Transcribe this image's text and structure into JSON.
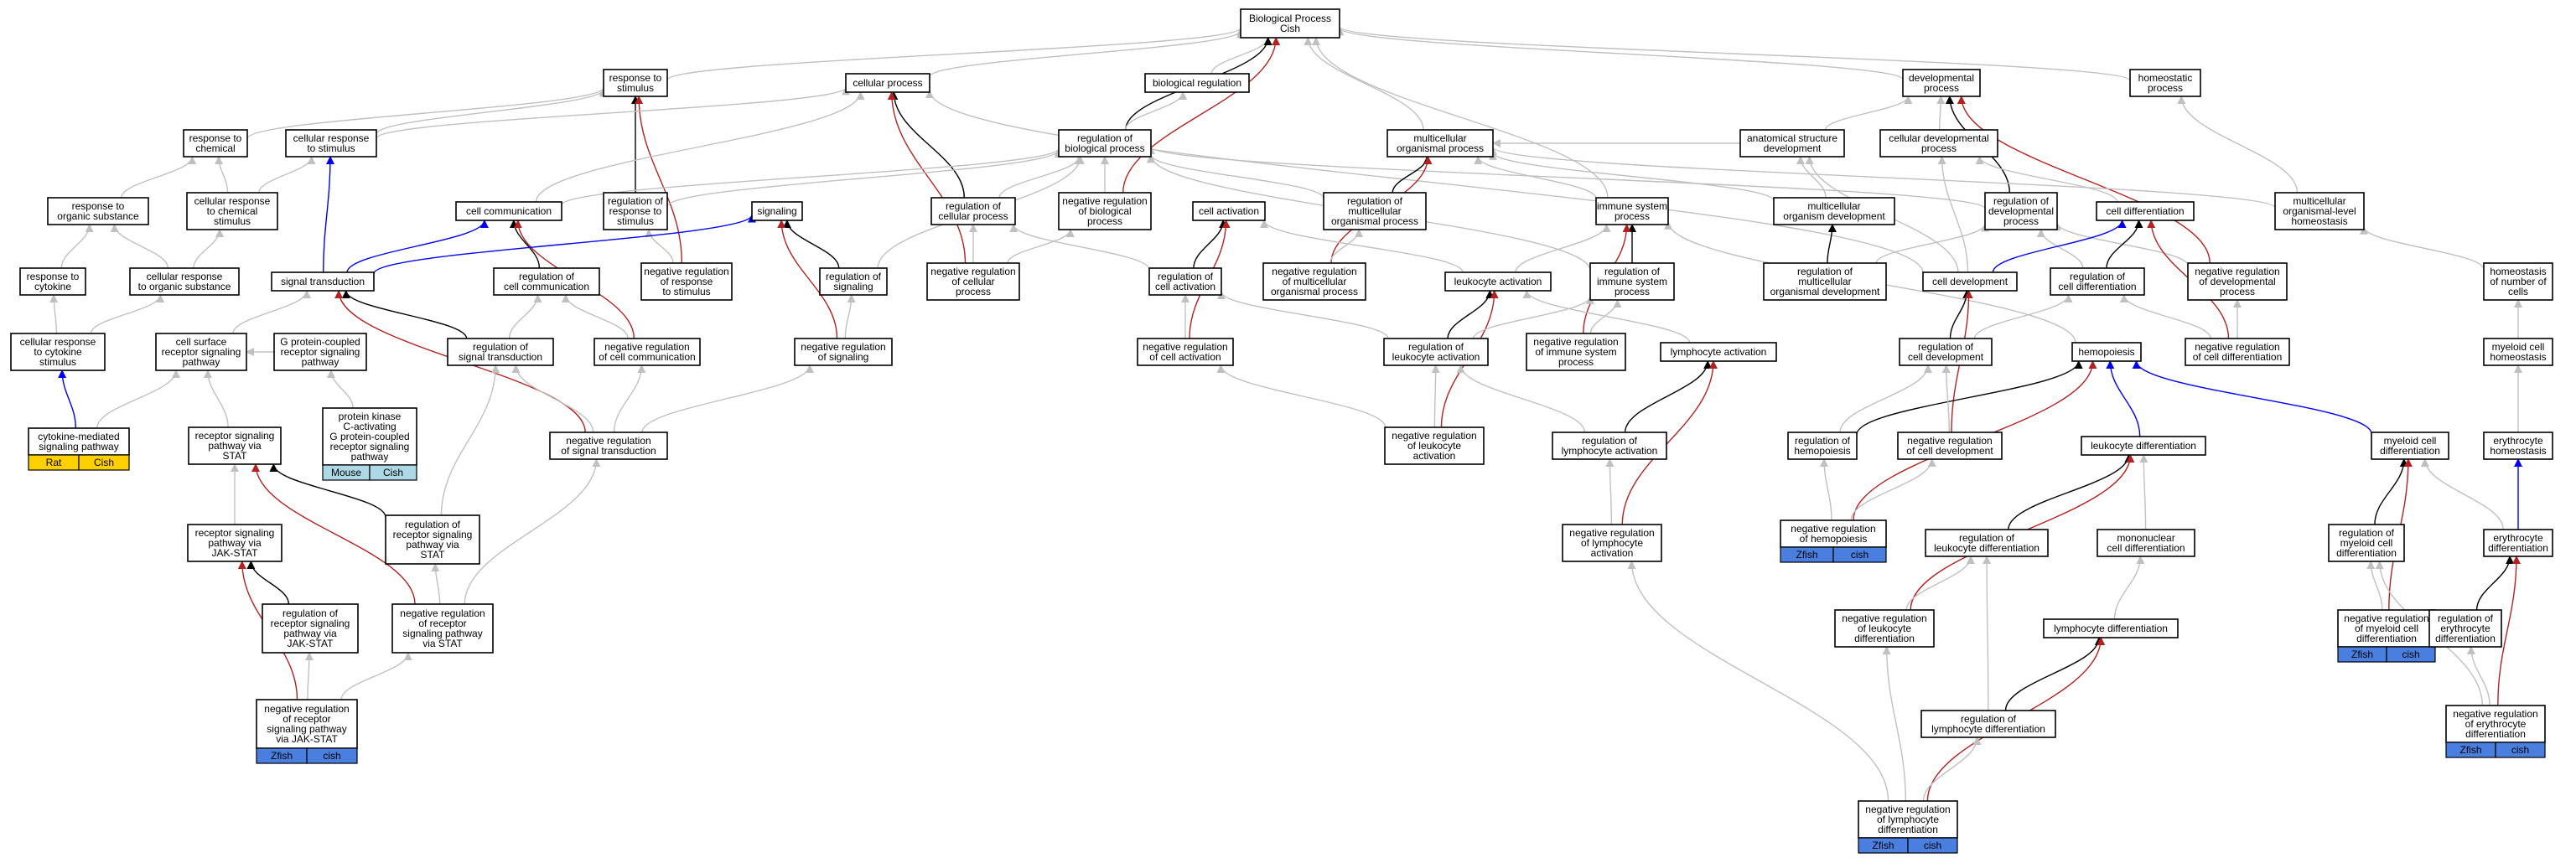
{
  "colors": {
    "grey": "#c0c0c0",
    "black": "#000000",
    "red": "#b22222",
    "blue": "#0000ee",
    "zfish": "#4a7fe0",
    "mouse": "#add8e6",
    "rat": "#ffd000"
  },
  "nodes": [
    {
      "id": "bp",
      "lines": [
        "Biological Process",
        "Cish"
      ]
    },
    {
      "id": "rts",
      "lines": [
        "response to",
        "stimulus"
      ]
    },
    {
      "id": "cp",
      "lines": [
        "cellular process"
      ]
    },
    {
      "id": "breg",
      "lines": [
        "biological regulation"
      ]
    },
    {
      "id": "dev",
      "lines": [
        "developmental",
        "process"
      ]
    },
    {
      "id": "homeo",
      "lines": [
        "homeostatic",
        "process"
      ]
    },
    {
      "id": "rtc",
      "lines": [
        "response to",
        "chemical"
      ]
    },
    {
      "id": "crts",
      "lines": [
        "cellular response",
        "to stimulus"
      ]
    },
    {
      "id": "rbp",
      "lines": [
        "regulation of",
        "biological process"
      ]
    },
    {
      "id": "mop",
      "lines": [
        "multicellular",
        "organismal process"
      ]
    },
    {
      "id": "asd",
      "lines": [
        "anatomical structure",
        "development"
      ]
    },
    {
      "id": "cdp",
      "lines": [
        "cellular developmental",
        "process"
      ]
    },
    {
      "id": "ros",
      "lines": [
        "response to",
        "organic substance"
      ]
    },
    {
      "id": "crtc",
      "lines": [
        "cellular response",
        "to chemical",
        "stimulus"
      ]
    },
    {
      "id": "cc",
      "lines": [
        "cell communication"
      ]
    },
    {
      "id": "rrts",
      "lines": [
        "regulation of",
        "response to",
        "stimulus"
      ]
    },
    {
      "id": "sig",
      "lines": [
        "signaling"
      ]
    },
    {
      "id": "rcp",
      "lines": [
        "regulation of",
        "cellular process"
      ]
    },
    {
      "id": "nrbp",
      "lines": [
        "negative regulation",
        "of biological",
        "process"
      ]
    },
    {
      "id": "ca",
      "lines": [
        "cell activation"
      ]
    },
    {
      "id": "rmop",
      "lines": [
        "regulation of",
        "multicellular",
        "organismal process"
      ]
    },
    {
      "id": "isp",
      "lines": [
        "immune system",
        "process"
      ]
    },
    {
      "id": "mod",
      "lines": [
        "multicellular",
        "organism development"
      ]
    },
    {
      "id": "rdp",
      "lines": [
        "regulation of",
        "developmental",
        "process"
      ]
    },
    {
      "id": "cd",
      "lines": [
        "cell differentiation"
      ]
    },
    {
      "id": "molh",
      "lines": [
        "multicellular",
        "organismal-level",
        "homeostasis"
      ]
    },
    {
      "id": "rtcyt",
      "lines": [
        "response to",
        "cytokine"
      ]
    },
    {
      "id": "crtos",
      "lines": [
        "cellular response",
        "to organic substance"
      ]
    },
    {
      "id": "st",
      "lines": [
        "signal transduction"
      ]
    },
    {
      "id": "rcc",
      "lines": [
        "regulation of",
        "cell communication"
      ]
    },
    {
      "id": "nrrts",
      "lines": [
        "negative regulation",
        "of response",
        "to stimulus"
      ]
    },
    {
      "id": "rsig",
      "lines": [
        "regulation of",
        "signaling"
      ]
    },
    {
      "id": "nrcp",
      "lines": [
        "negative regulation",
        "of cellular",
        "process"
      ]
    },
    {
      "id": "rca",
      "lines": [
        "regulation of",
        "cell activation"
      ]
    },
    {
      "id": "nrmop",
      "lines": [
        "negative regulation",
        "of multicellular",
        "organismal process"
      ]
    },
    {
      "id": "la",
      "lines": [
        "leukocyte activation"
      ]
    },
    {
      "id": "risp",
      "lines": [
        "regulation of",
        "immune system",
        "process"
      ]
    },
    {
      "id": "rmod",
      "lines": [
        "regulation of",
        "multicellular",
        "organismal development"
      ]
    },
    {
      "id": "celldev",
      "lines": [
        "cell development"
      ]
    },
    {
      "id": "rcd",
      "lines": [
        "regulation of",
        "cell differentiation"
      ]
    },
    {
      "id": "nrdp",
      "lines": [
        "negative regulation",
        "of developmental",
        "process"
      ]
    },
    {
      "id": "hnc",
      "lines": [
        "homeostasis",
        "of number of",
        "cells"
      ]
    },
    {
      "id": "crtcs",
      "lines": [
        "cellular response",
        "to cytokine",
        "stimulus"
      ]
    },
    {
      "id": "csrsp",
      "lines": [
        "cell surface",
        "receptor signaling",
        "pathway"
      ]
    },
    {
      "id": "gpcr",
      "lines": [
        "G protein-coupled",
        "receptor signaling",
        "pathway"
      ]
    },
    {
      "id": "rst",
      "lines": [
        "regulation of",
        "signal transduction"
      ]
    },
    {
      "id": "nrcc",
      "lines": [
        "negative regulation",
        "of cell communication"
      ]
    },
    {
      "id": "nrsig",
      "lines": [
        "negative regulation",
        "of signaling"
      ]
    },
    {
      "id": "nrca",
      "lines": [
        "negative regulation",
        "of cell activation"
      ]
    },
    {
      "id": "rla",
      "lines": [
        "regulation of",
        "leukocyte activation"
      ]
    },
    {
      "id": "nrisp",
      "lines": [
        "negative regulation",
        "of immune system",
        "process"
      ]
    },
    {
      "id": "lya",
      "lines": [
        "lymphocyte activation"
      ]
    },
    {
      "id": "rcdev",
      "lines": [
        "regulation of",
        "cell development"
      ]
    },
    {
      "id": "hemo",
      "lines": [
        "hemopoiesis"
      ]
    },
    {
      "id": "nrcd",
      "lines": [
        "negative regulation",
        "of cell differentiation"
      ]
    },
    {
      "id": "mch",
      "lines": [
        "myeloid cell",
        "homeostasis"
      ]
    },
    {
      "id": "cmsp",
      "lines": [
        "cytokine-mediated",
        "signaling pathway"
      ],
      "tags": [
        "Rat",
        "Cish"
      ],
      "tagColor": "rat"
    },
    {
      "id": "rspvs",
      "lines": [
        "receptor signaling",
        "pathway via",
        "STAT"
      ]
    },
    {
      "id": "pkc",
      "lines": [
        "protein kinase",
        "C-activating",
        "G protein-coupled",
        "receptor signaling",
        "pathway"
      ],
      "tags": [
        "Mouse",
        "Cish"
      ],
      "tagColor": "mouse"
    },
    {
      "id": "nrst",
      "lines": [
        "negative regulation",
        "of signal transduction"
      ]
    },
    {
      "id": "nrla",
      "lines": [
        "negative regulation",
        "of leukocyte",
        "activation"
      ]
    },
    {
      "id": "rlya",
      "lines": [
        "regulation of",
        "lymphocyte activation"
      ]
    },
    {
      "id": "rhemo",
      "lines": [
        "regulation of",
        "hemopoiesis"
      ]
    },
    {
      "id": "nrcdev",
      "lines": [
        "negative regulation",
        "of cell development"
      ]
    },
    {
      "id": "ld",
      "lines": [
        "leukocyte differentiation"
      ]
    },
    {
      "id": "mcd",
      "lines": [
        "myeloid cell",
        "differentiation"
      ]
    },
    {
      "id": "eh",
      "lines": [
        "erythrocyte",
        "homeostasis"
      ]
    },
    {
      "id": "rspjs",
      "lines": [
        "receptor signaling",
        "pathway via",
        "JAK-STAT"
      ]
    },
    {
      "id": "rrspvs",
      "lines": [
        "regulation of",
        "receptor signaling",
        "pathway via",
        "STAT"
      ]
    },
    {
      "id": "nrlya",
      "lines": [
        "negative regulation",
        "of lymphocyte",
        "activation"
      ]
    },
    {
      "id": "nrhemo",
      "lines": [
        "negative regulation",
        "of hemopoiesis"
      ],
      "tags": [
        "Zfish",
        "cish"
      ],
      "tagColor": "zfish"
    },
    {
      "id": "rld",
      "lines": [
        "regulation of",
        "leukocyte differentiation"
      ]
    },
    {
      "id": "mnd",
      "lines": [
        "mononuclear",
        "cell differentiation"
      ]
    },
    {
      "id": "rmcd",
      "lines": [
        "regulation of",
        "myeloid cell",
        "differentiation"
      ]
    },
    {
      "id": "ed",
      "lines": [
        "erythrocyte",
        "differentiation"
      ]
    },
    {
      "id": "rrspjs",
      "lines": [
        "regulation of",
        "receptor signaling",
        "pathway via",
        "JAK-STAT"
      ]
    },
    {
      "id": "nrrspvs",
      "lines": [
        "negative regulation",
        "of receptor",
        "signaling pathway",
        "via STAT"
      ]
    },
    {
      "id": "nrld",
      "lines": [
        "negative regulation",
        "of leukocyte",
        "differentiation"
      ]
    },
    {
      "id": "lyd",
      "lines": [
        "lymphocyte differentiation"
      ]
    },
    {
      "id": "nrmcd",
      "lines": [
        "negative regulation",
        "of myeloid cell",
        "differentiation"
      ],
      "tags": [
        "Zfish",
        "cish"
      ],
      "tagColor": "zfish"
    },
    {
      "id": "red",
      "lines": [
        "regulation of",
        "erythrocyte",
        "differentiation"
      ]
    },
    {
      "id": "nrrspjs",
      "lines": [
        "negative regulation",
        "of receptor",
        "signaling pathway",
        "via JAK-STAT"
      ],
      "tags": [
        "Zfish",
        "cish"
      ],
      "tagColor": "zfish"
    },
    {
      "id": "rlyd",
      "lines": [
        "regulation of",
        "lymphocyte differentiation"
      ]
    },
    {
      "id": "nred",
      "lines": [
        "negative regulation",
        "of erythrocyte",
        "differentiation"
      ],
      "tags": [
        "Zfish",
        "cish"
      ],
      "tagColor": "zfish"
    },
    {
      "id": "nrlyd",
      "lines": [
        "negative regulation",
        "of lymphocyte",
        "differentiation"
      ],
      "tags": [
        "Zfish",
        "cish"
      ],
      "tagColor": "zfish"
    }
  ],
  "edges": [
    [
      "rts",
      "bp",
      "grey"
    ],
    [
      "cp",
      "bp",
      "grey"
    ],
    [
      "breg",
      "bp",
      "grey"
    ],
    [
      "dev",
      "bp",
      "grey"
    ],
    [
      "homeo",
      "bp",
      "grey"
    ],
    [
      "rbp",
      "bp",
      "black"
    ],
    [
      "mop",
      "bp",
      "grey"
    ],
    [
      "nrbp",
      "bp",
      "red"
    ],
    [
      "isp",
      "bp",
      "grey"
    ],
    [
      "rtc",
      "rts",
      "grey"
    ],
    [
      "crts",
      "rts",
      "grey"
    ],
    [
      "rrts",
      "rts",
      "black"
    ],
    [
      "nrrts",
      "rts",
      "red"
    ],
    [
      "crts",
      "cp",
      "grey"
    ],
    [
      "rcp",
      "cp",
      "black"
    ],
    [
      "nrcp",
      "cp",
      "red"
    ],
    [
      "cc",
      "cp",
      "grey"
    ],
    [
      "celldev",
      "cp",
      "grey"
    ],
    [
      "rbp",
      "breg",
      "grey"
    ],
    [
      "asd",
      "dev",
      "grey"
    ],
    [
      "cdp",
      "dev",
      "grey"
    ],
    [
      "rdp",
      "dev",
      "black"
    ],
    [
      "nrdp",
      "dev",
      "red"
    ],
    [
      "molh",
      "homeo",
      "grey"
    ],
    [
      "asd",
      "mop",
      "grey"
    ],
    [
      "ros",
      "rtc",
      "grey"
    ],
    [
      "crtc",
      "rtc",
      "grey"
    ],
    [
      "crtc",
      "crts",
      "grey"
    ],
    [
      "st",
      "crts",
      "blue"
    ],
    [
      "rcp",
      "rbp",
      "grey"
    ],
    [
      "nrbp",
      "rbp",
      "grey"
    ],
    [
      "rrts",
      "rbp",
      "grey"
    ],
    [
      "rmop",
      "rbp",
      "grey"
    ],
    [
      "rdp",
      "rbp",
      "grey"
    ],
    [
      "risp",
      "rbp",
      "grey"
    ],
    [
      "rsig",
      "rbp",
      "grey"
    ],
    [
      "cc",
      "rbp",
      "grey"
    ],
    [
      "rmop",
      "mop",
      "black"
    ],
    [
      "nrmop",
      "mop",
      "red"
    ],
    [
      "mod",
      "mop",
      "grey"
    ],
    [
      "molh",
      "mop",
      "grey"
    ],
    [
      "isp",
      "mop",
      "grey"
    ],
    [
      "mod",
      "asd",
      "grey"
    ],
    [
      "celldev",
      "asd",
      "grey"
    ],
    [
      "cd",
      "cdp",
      "grey"
    ],
    [
      "celldev",
      "cdp",
      "grey"
    ],
    [
      "rtcyt",
      "ros",
      "grey"
    ],
    [
      "crtos",
      "ros",
      "grey"
    ],
    [
      "crtos",
      "crtc",
      "grey"
    ],
    [
      "st",
      "cc",
      "blue"
    ],
    [
      "rcc",
      "cc",
      "black"
    ],
    [
      "nrcc",
      "cc",
      "red"
    ],
    [
      "nrrts",
      "rrts",
      "grey"
    ],
    [
      "st",
      "sig",
      "blue"
    ],
    [
      "rsig",
      "sig",
      "black"
    ],
    [
      "nrsig",
      "sig",
      "red"
    ],
    [
      "nrcp",
      "rcp",
      "grey"
    ],
    [
      "rca",
      "rcp",
      "grey"
    ],
    [
      "nrcp",
      "nrbp",
      "grey"
    ],
    [
      "rca",
      "ca",
      "black"
    ],
    [
      "nrca",
      "ca",
      "red"
    ],
    [
      "la",
      "ca",
      "grey"
    ],
    [
      "nrmop",
      "rmop",
      "grey"
    ],
    [
      "risp",
      "isp",
      "black"
    ],
    [
      "nrisp",
      "isp",
      "red"
    ],
    [
      "la",
      "isp",
      "grey"
    ],
    [
      "hemo",
      "isp",
      "grey"
    ],
    [
      "rmod",
      "mod",
      "black"
    ],
    [
      "rmod",
      "rdp",
      "grey"
    ],
    [
      "rcd",
      "rdp",
      "grey"
    ],
    [
      "nrdp",
      "rdp",
      "grey"
    ],
    [
      "celldev",
      "cd",
      "blue"
    ],
    [
      "rcd",
      "cd",
      "black"
    ],
    [
      "nrcd",
      "cd",
      "red"
    ],
    [
      "hnc",
      "molh",
      "grey"
    ],
    [
      "crtcs",
      "rtcyt",
      "grey"
    ],
    [
      "crtcs",
      "crtos",
      "grey"
    ],
    [
      "csrsp",
      "st",
      "grey"
    ],
    [
      "rst",
      "st",
      "black"
    ],
    [
      "nrst",
      "st",
      "red"
    ],
    [
      "rst",
      "rcc",
      "grey"
    ],
    [
      "nrcc",
      "rcc",
      "grey"
    ],
    [
      "nrsig",
      "rsig",
      "grey"
    ],
    [
      "nrca",
      "rca",
      "grey"
    ],
    [
      "rla",
      "rca",
      "grey"
    ],
    [
      "rla",
      "la",
      "black"
    ],
    [
      "nrla",
      "la",
      "red"
    ],
    [
      "lya",
      "la",
      "grey"
    ],
    [
      "nrisp",
      "risp",
      "grey"
    ],
    [
      "rla",
      "risp",
      "grey"
    ],
    [
      "rcdev",
      "celldev",
      "black"
    ],
    [
      "nrcdev",
      "celldev",
      "red"
    ],
    [
      "rcdev",
      "rcd",
      "grey"
    ],
    [
      "nrcd",
      "rcd",
      "grey"
    ],
    [
      "nrcd",
      "nrdp",
      "grey"
    ],
    [
      "mch",
      "hnc",
      "grey"
    ],
    [
      "cmsp",
      "crtcs",
      "blue"
    ],
    [
      "cmsp",
      "csrsp",
      "grey"
    ],
    [
      "rspvs",
      "csrsp",
      "grey"
    ],
    [
      "gpcr",
      "csrsp",
      "grey"
    ],
    [
      "pkc",
      "gpcr",
      "grey"
    ],
    [
      "nrst",
      "rst",
      "grey"
    ],
    [
      "nrst",
      "nrcc",
      "grey"
    ],
    [
      "nrst",
      "nrsig",
      "grey"
    ],
    [
      "nrla",
      "rla",
      "grey"
    ],
    [
      "nrla",
      "nrca",
      "grey"
    ],
    [
      "rlya",
      "rla",
      "grey"
    ],
    [
      "rlya",
      "lya",
      "black"
    ],
    [
      "nrlya",
      "lya",
      "red"
    ],
    [
      "rhemo",
      "hemo",
      "black"
    ],
    [
      "nrhemo",
      "hemo",
      "red"
    ],
    [
      "ld",
      "hemo",
      "blue"
    ],
    [
      "mcd",
      "hemo",
      "blue"
    ],
    [
      "nrcdev",
      "rcdev",
      "grey"
    ],
    [
      "rhemo",
      "rcdev",
      "grey"
    ],
    [
      "eh",
      "mch",
      "grey"
    ],
    [
      "rspjs",
      "rspvs",
      "grey"
    ],
    [
      "rrspvs",
      "rspvs",
      "black"
    ],
    [
      "nrrspvs",
      "rspvs",
      "red"
    ],
    [
      "rrspvs",
      "rst",
      "grey"
    ],
    [
      "nrlya",
      "rlya",
      "grey"
    ],
    [
      "nrhemo",
      "rhemo",
      "grey"
    ],
    [
      "nrhemo",
      "nrcdev",
      "grey"
    ],
    [
      "rld",
      "ld",
      "black"
    ],
    [
      "nrld",
      "ld",
      "red"
    ],
    [
      "mnd",
      "ld",
      "grey"
    ],
    [
      "rmcd",
      "mcd",
      "black"
    ],
    [
      "nrmcd",
      "mcd",
      "red"
    ],
    [
      "ed",
      "mcd",
      "grey"
    ],
    [
      "ed",
      "eh",
      "blue"
    ],
    [
      "rrspjs",
      "rspjs",
      "black"
    ],
    [
      "nrrspjs",
      "rspjs",
      "red"
    ],
    [
      "nrrspvs",
      "rrspvs",
      "grey"
    ],
    [
      "nrrspvs",
      "nrst",
      "grey"
    ],
    [
      "nrld",
      "rld",
      "grey"
    ],
    [
      "lyd",
      "mnd",
      "grey"
    ],
    [
      "nrmcd",
      "rmcd",
      "grey"
    ],
    [
      "red",
      "ed",
      "black"
    ],
    [
      "nred",
      "ed",
      "red"
    ],
    [
      "nrrspjs",
      "rrspjs",
      "grey"
    ],
    [
      "nrrspjs",
      "nrrspvs",
      "grey"
    ],
    [
      "rlyd",
      "lyd",
      "black"
    ],
    [
      "nrlyd",
      "lyd",
      "red"
    ],
    [
      "rlyd",
      "rld",
      "grey"
    ],
    [
      "nred",
      "red",
      "grey"
    ],
    [
      "nred",
      "rmcd",
      "grey"
    ],
    [
      "nrlyd",
      "rlyd",
      "grey"
    ],
    [
      "nrlyd",
      "nrld",
      "grey"
    ],
    [
      "nrlyd",
      "nrlya",
      "grey"
    ]
  ]
}
